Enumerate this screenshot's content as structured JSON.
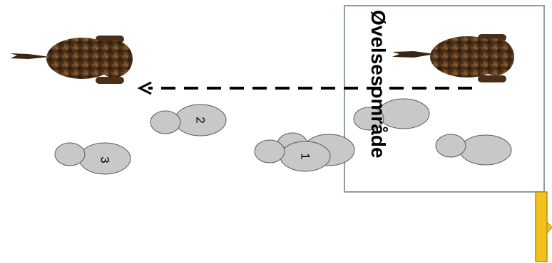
{
  "practice_area": {
    "label": "Øvelsesområde"
  },
  "player_labels": [
    "2",
    "3",
    "1"
  ],
  "icons": {
    "bull": "bull-top-view-icon",
    "player": "player-top-view-icon",
    "gate": "gate-post-icon"
  },
  "colors": {
    "player_fill": "#c8c8c8",
    "player_stroke": "#5a5a5a",
    "area_stroke": "#8c9ea3",
    "arrow": "#000000",
    "bull": "#5a3a1e",
    "post": "#f2c21b"
  }
}
